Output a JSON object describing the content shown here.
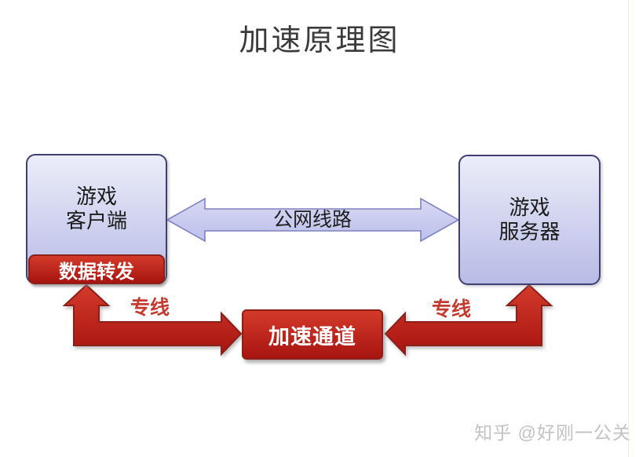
{
  "title": "加速原理图",
  "diagram": {
    "client_box": {
      "line1": "游戏",
      "line2": "客户端"
    },
    "forward_badge": {
      "label": "数据转发"
    },
    "server_box": {
      "line1": "游戏",
      "line2": "服务器"
    },
    "tunnel_box": {
      "label": "加速通道"
    },
    "public_link_label": "公网线路",
    "left_line_label": "专线",
    "right_line_label": "专线"
  },
  "watermark": "知乎 @好刚一公关",
  "colors": {
    "box_fill_top": "#ecedf9",
    "box_fill_bottom": "#b7bbe6",
    "box_border": "#3f4070",
    "arrow_public_fill_top": "#d7d9f3",
    "arrow_public_fill_bottom": "#bcc0ea",
    "arrow_public_border": "#7f82bd",
    "red_fill_top": "#d33a2a",
    "red_fill_bottom": "#a81410",
    "red_border": "#8c1f17",
    "dedicated_label_color": "#c23b2e",
    "title_color": "#3a3a3a",
    "watermark_color": "#c2c2c2"
  }
}
